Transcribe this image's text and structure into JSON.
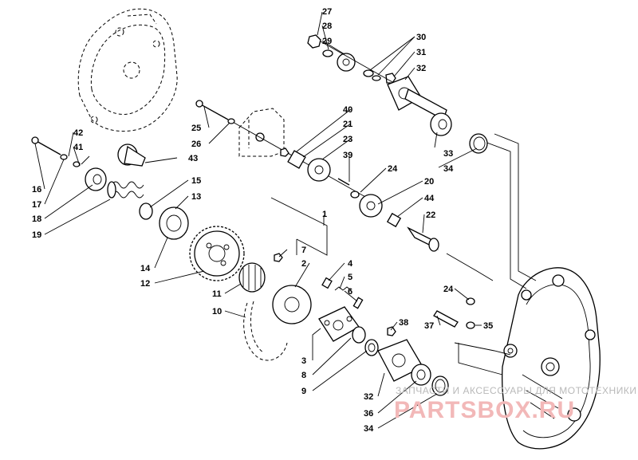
{
  "diagram": {
    "callouts": [
      {
        "id": "c27",
        "text": "27"
      },
      {
        "id": "c28",
        "text": "28"
      },
      {
        "id": "c29",
        "text": "29"
      },
      {
        "id": "c30",
        "text": "30"
      },
      {
        "id": "c31",
        "text": "31"
      },
      {
        "id": "c32a",
        "text": "32"
      },
      {
        "id": "c40",
        "text": "40"
      },
      {
        "id": "c21",
        "text": "21"
      },
      {
        "id": "c23",
        "text": "23"
      },
      {
        "id": "c39",
        "text": "39"
      },
      {
        "id": "c24a",
        "text": "24"
      },
      {
        "id": "c20",
        "text": "20"
      },
      {
        "id": "c44",
        "text": "44"
      },
      {
        "id": "c22",
        "text": "22"
      },
      {
        "id": "c33",
        "text": "33"
      },
      {
        "id": "c34a",
        "text": "34"
      },
      {
        "id": "c25",
        "text": "25"
      },
      {
        "id": "c26",
        "text": "26"
      },
      {
        "id": "c42",
        "text": "42"
      },
      {
        "id": "c41",
        "text": "41"
      },
      {
        "id": "c43",
        "text": "43"
      },
      {
        "id": "c16",
        "text": "16"
      },
      {
        "id": "c17",
        "text": "17"
      },
      {
        "id": "c18",
        "text": "18"
      },
      {
        "id": "c19",
        "text": "19"
      },
      {
        "id": "c15",
        "text": "15"
      },
      {
        "id": "c13",
        "text": "13"
      },
      {
        "id": "c14",
        "text": "14"
      },
      {
        "id": "c12",
        "text": "12"
      },
      {
        "id": "c1",
        "text": "1"
      },
      {
        "id": "c7",
        "text": "7"
      },
      {
        "id": "c2",
        "text": "2"
      },
      {
        "id": "c4",
        "text": "4"
      },
      {
        "id": "c5",
        "text": "5"
      },
      {
        "id": "c6",
        "text": "6"
      },
      {
        "id": "c11",
        "text": "11"
      },
      {
        "id": "c10",
        "text": "10"
      },
      {
        "id": "c3",
        "text": "3"
      },
      {
        "id": "c8",
        "text": "8"
      },
      {
        "id": "c9",
        "text": "9"
      },
      {
        "id": "c38",
        "text": "38"
      },
      {
        "id": "c24b",
        "text": "24"
      },
      {
        "id": "c37",
        "text": "37"
      },
      {
        "id": "c35",
        "text": "35"
      },
      {
        "id": "c32b",
        "text": "32"
      },
      {
        "id": "c36",
        "text": "36"
      },
      {
        "id": "c34b",
        "text": "34"
      }
    ]
  },
  "watermark": {
    "line1": "ЗАПЧАСТИ И АКСЕССУАРЫ ДЛЯ МОТОТЕХНИКИ",
    "line2": "PARTSBOX.RU",
    "color": "#e05050"
  }
}
